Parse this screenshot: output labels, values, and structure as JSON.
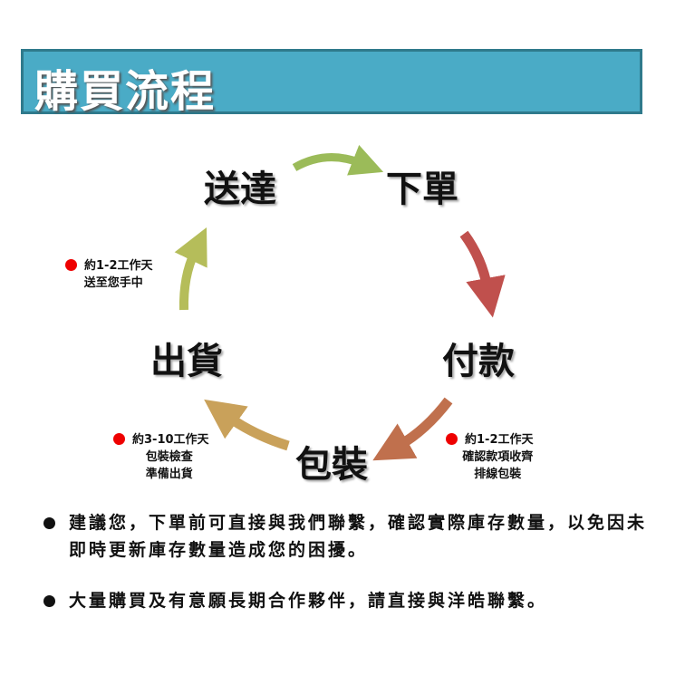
{
  "title": "購買流程",
  "steps": {
    "deliver": "送達",
    "order": "下單",
    "pay": "付款",
    "pack": "包裝",
    "ship": "出貨"
  },
  "notes": {
    "ship_to_deliver": [
      "約1-2工作天",
      "送至您手中"
    ],
    "pay_to_pack": [
      "約1-2工作天",
      "確認款項收齊",
      "排線包裝"
    ],
    "pack_to_ship": [
      "約3-10工作天",
      "包裝檢查",
      "準備出貨"
    ]
  },
  "bullets": [
    "建議您，下單前可直接與我們聯繫，確認實際庫存數量，以免因未即時更新庫存數量造成您的困擾。",
    "大量購買及有意願長期合作夥伴，請直接與洋皓聯繫。"
  ],
  "colors": {
    "banner": "#4aabc6",
    "green": "#9bbb59",
    "red": "#c0504d",
    "orange": "#c0704d",
    "tan": "#c9a15a",
    "olive": "#b5bd5a",
    "dot": "#ee0000"
  }
}
